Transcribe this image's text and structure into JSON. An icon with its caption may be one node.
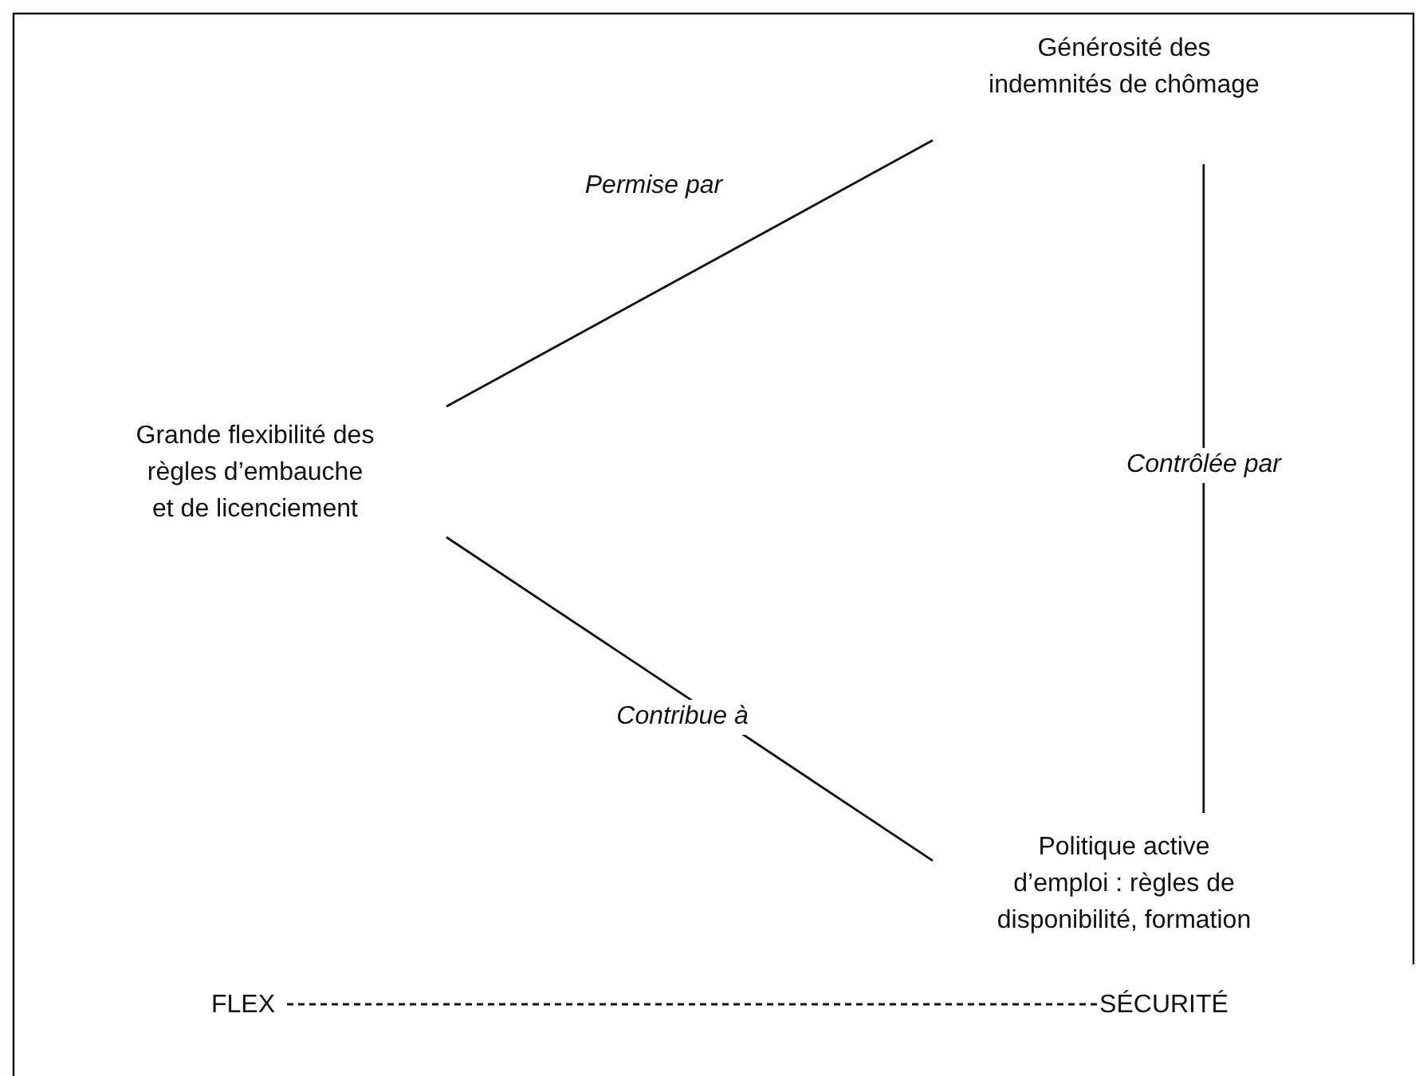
{
  "diagram": {
    "nodes": [
      {
        "text": [
          "Grande flexibilité des règles d’embauche et de licenciement"
        ]
      },
      {
        "text": [
          "Générosité des indemnités de chômage"
        ]
      },
      {
        "text": [
          "Politique active d’emploi : règles de disponibilité, formation"
        ]
      },
      {
        "text": [
          "FLEX"
        ]
      },
      {
        "text": [
          "SÉCURITÉ"
        ]
      }
    ],
    "edges": [
      {
        "from": 0,
        "to": 1,
        "arrow": "none",
        "label": "Permise par"
      },
      {
        "from": 1,
        "to": 2,
        "arrow": "none",
        "label": "Contrôlée par"
      },
      {
        "from": 0,
        "to": 2,
        "arrow": "none",
        "label": "Contribue à"
      },
      {
        "from": 3,
        "to": 4,
        "arrow": "none",
        "style": "dashed"
      }
    ]
  }
}
